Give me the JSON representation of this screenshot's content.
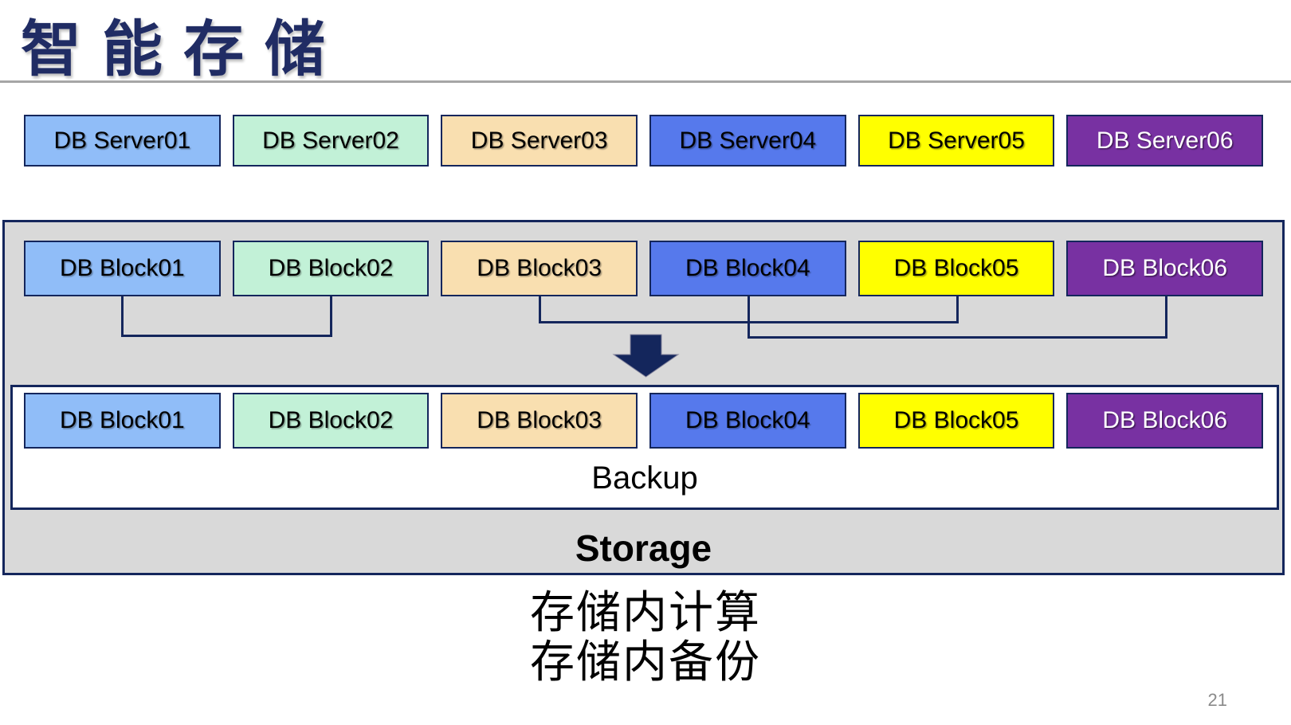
{
  "page": {
    "title": "智能存储",
    "page_number": "21"
  },
  "servers": {
    "items": [
      "DB Server01",
      "DB Server02",
      "DB Server03",
      "DB Server04",
      "DB Server05",
      "DB Server06"
    ]
  },
  "blocks": {
    "items": [
      "DB Block01",
      "DB Block02",
      "DB Block03",
      "DB Block04",
      "DB Block05",
      "DB Block06"
    ]
  },
  "storage": {
    "label": "Storage",
    "backup_label": "Backup"
  },
  "footer": {
    "line1": "存储内计算",
    "line2": "存储内备份"
  },
  "palette": {
    "box_colors": [
      "#90BDF8",
      "#C2F1D7",
      "#F9DFB0",
      "#5679EC",
      "#FFFF00",
      "#7831A2"
    ],
    "border_navy": "#14265C",
    "container_gray": "#D9D9D9",
    "title_navy": "#202C64",
    "divider_gray": "#A6A6A6",
    "page_number_gray": "#8A8A8A"
  }
}
